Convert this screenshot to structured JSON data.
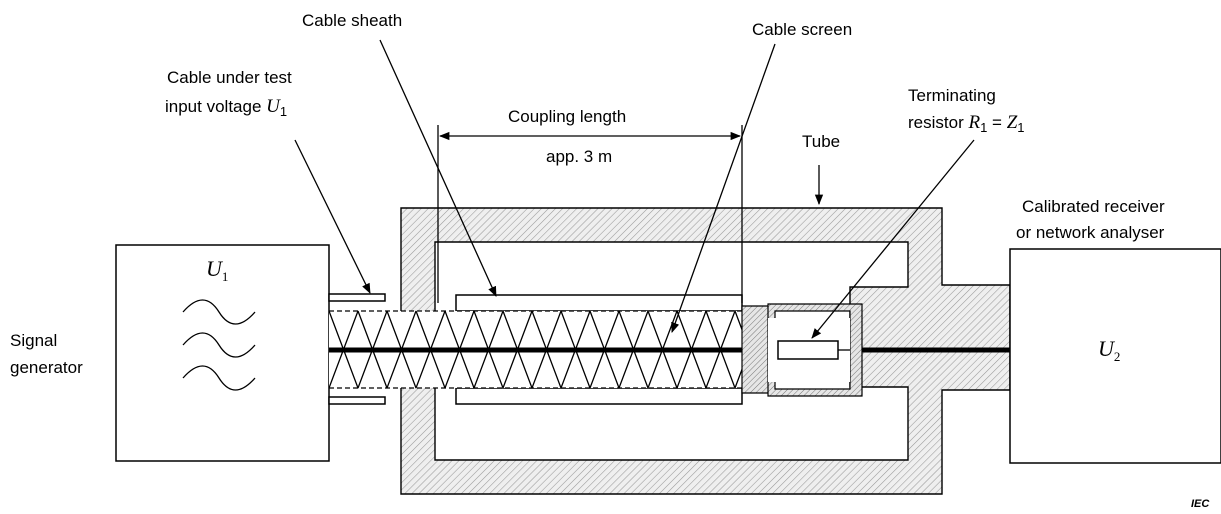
{
  "labels": {
    "cable_sheath": "Cable sheath",
    "cable_screen": "Cable screen",
    "cable_under_test_line1": "Cable under test",
    "cable_under_test_line2": "input voltage ",
    "coupling_length": "Coupling length",
    "coupling_value": "app. 3 m",
    "tube": "Tube",
    "terminating_line1": "Terminating",
    "terminating_line2": "resistor ",
    "receiver_line1": "Calibrated receiver",
    "receiver_line2": "or network analyser",
    "signal_line1": "Signal",
    "signal_line2": "generator",
    "iec": "IEC"
  },
  "math": {
    "U": "U",
    "R": "R",
    "Z": "Z",
    "sub1": "1",
    "sub2": "2",
    "equals": " = "
  },
  "colors": {
    "stroke": "#000000",
    "hatch_fill": "#e6e6e6"
  }
}
